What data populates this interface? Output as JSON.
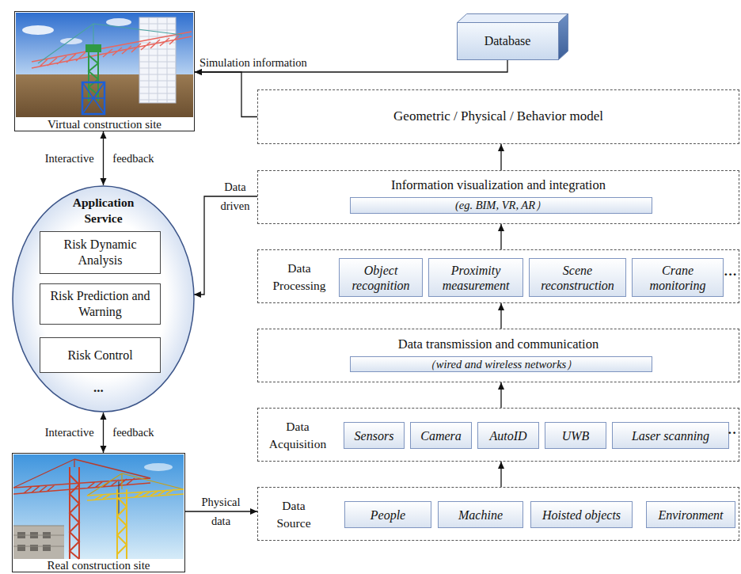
{
  "diagram": {
    "nodes": [
      {
        "text": [
          "Virtual construction site"
        ]
      },
      {
        "text": [
          "Database"
        ]
      },
      {
        "text": [
          "Geometric / Physical / Behavior model"
        ]
      },
      {
        "text": [
          "Information visualization and integration"
        ]
      },
      {
        "text": [
          "(eg. BIM, VR, AR）"
        ],
        "in": 3
      },
      {
        "text": [
          "Application Service"
        ]
      },
      {
        "text": [
          "Risk Dynamic Analysis"
        ],
        "in": 5
      },
      {
        "text": [
          "Risk Prediction and Warning"
        ],
        "in": 5
      },
      {
        "text": [
          "Risk Control"
        ],
        "in": 5
      },
      {
        "text": [
          "Data Processing"
        ]
      },
      {
        "text": [
          "Object recognition"
        ],
        "in": 9
      },
      {
        "text": [
          "Proximity measurement"
        ],
        "in": 9
      },
      {
        "text": [
          "Scene reconstruction"
        ],
        "in": 9
      },
      {
        "text": [
          "Crane monitoring"
        ],
        "in": 9
      },
      {
        "text": [
          "Data transmission and communication"
        ]
      },
      {
        "text": [
          "（wired and wireless networks）"
        ],
        "in": 14
      },
      {
        "text": [
          "Data Acquisition"
        ]
      },
      {
        "text": [
          "Sensors"
        ],
        "in": 16
      },
      {
        "text": [
          "Camera"
        ],
        "in": 16
      },
      {
        "text": [
          "AutoID"
        ],
        "in": 16
      },
      {
        "text": [
          "UWB"
        ],
        "in": 16
      },
      {
        "text": [
          "Laser scanning"
        ],
        "in": 16
      },
      {
        "text": [
          "Data Source"
        ]
      },
      {
        "text": [
          "People"
        ],
        "in": 22
      },
      {
        "text": [
          "Machine"
        ],
        "in": 22
      },
      {
        "text": [
          "Hoisted objects"
        ],
        "in": 22
      },
      {
        "text": [
          "Environment"
        ],
        "in": 22
      },
      {
        "text": [
          "Real construction site"
        ]
      }
    ],
    "edges": [
      {
        "from": 1,
        "to": 0,
        "label": "Simulation information",
        "arrow": "to"
      },
      {
        "from": 2,
        "to": 0,
        "arrow": "to"
      },
      {
        "from": 3,
        "to": 5,
        "label": "Data driven",
        "arrow": "to"
      },
      {
        "from": 22,
        "to": 16,
        "arrow": "to"
      },
      {
        "from": 16,
        "to": 14,
        "arrow": "to"
      },
      {
        "from": 14,
        "to": 9,
        "arrow": "to"
      },
      {
        "from": 9,
        "to": 3,
        "arrow": "to"
      },
      {
        "from": 3,
        "to": 2,
        "arrow": "to"
      },
      {
        "from": 0,
        "to": 5,
        "label": "Interactive feedback",
        "arrow": "both"
      },
      {
        "from": 5,
        "to": 27,
        "label": "Interactive feedback",
        "arrow": "both"
      },
      {
        "from": 27,
        "to": 22,
        "label": "Physical data",
        "arrow": "to"
      }
    ],
    "labels": [
      "...",
      "···",
      "··"
    ]
  }
}
